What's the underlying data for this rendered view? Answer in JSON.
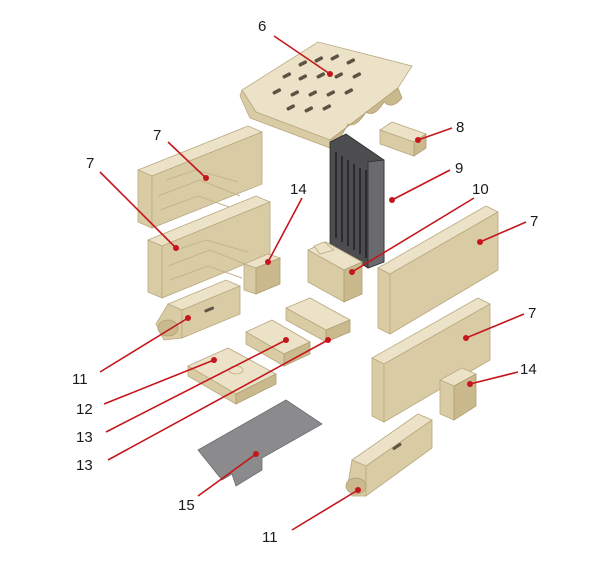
{
  "callouts": [
    {
      "id": "c6",
      "label": "6"
    },
    {
      "id": "c8",
      "label": "8"
    },
    {
      "id": "c7a",
      "label": "7"
    },
    {
      "id": "c7b",
      "label": "7"
    },
    {
      "id": "c9",
      "label": "9"
    },
    {
      "id": "c10",
      "label": "10"
    },
    {
      "id": "c14a",
      "label": "14"
    },
    {
      "id": "c7c",
      "label": "7"
    },
    {
      "id": "c7d",
      "label": "7"
    },
    {
      "id": "c14b",
      "label": "14"
    },
    {
      "id": "c11a",
      "label": "11"
    },
    {
      "id": "c12",
      "label": "12"
    },
    {
      "id": "c13a",
      "label": "13"
    },
    {
      "id": "c13b",
      "label": "13"
    },
    {
      "id": "c15",
      "label": "15"
    },
    {
      "id": "c11b",
      "label": "11"
    }
  ],
  "colors": {
    "leader": "#c4161c",
    "brick": "#d9cba3",
    "grate": "#4d4d50",
    "plate": "#8b8b8e"
  }
}
